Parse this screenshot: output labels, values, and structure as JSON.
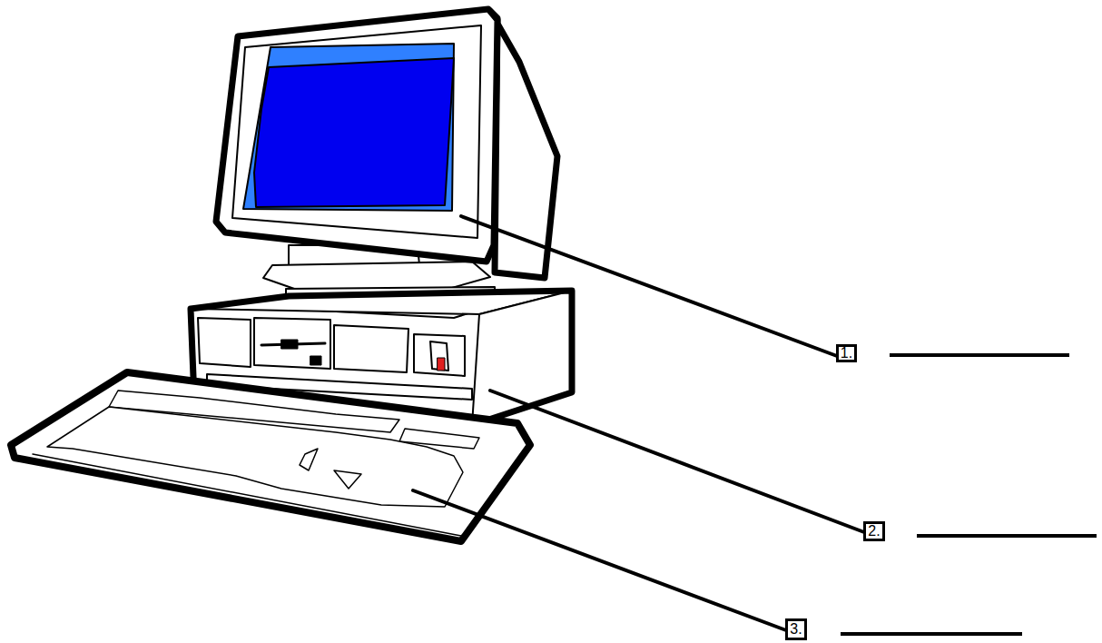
{
  "diagram": {
    "nodes": [
      {
        "text": [
          "1."
        ]
      },
      {
        "text": [
          "2."
        ]
      },
      {
        "text": [
          "3."
        ]
      }
    ]
  }
}
